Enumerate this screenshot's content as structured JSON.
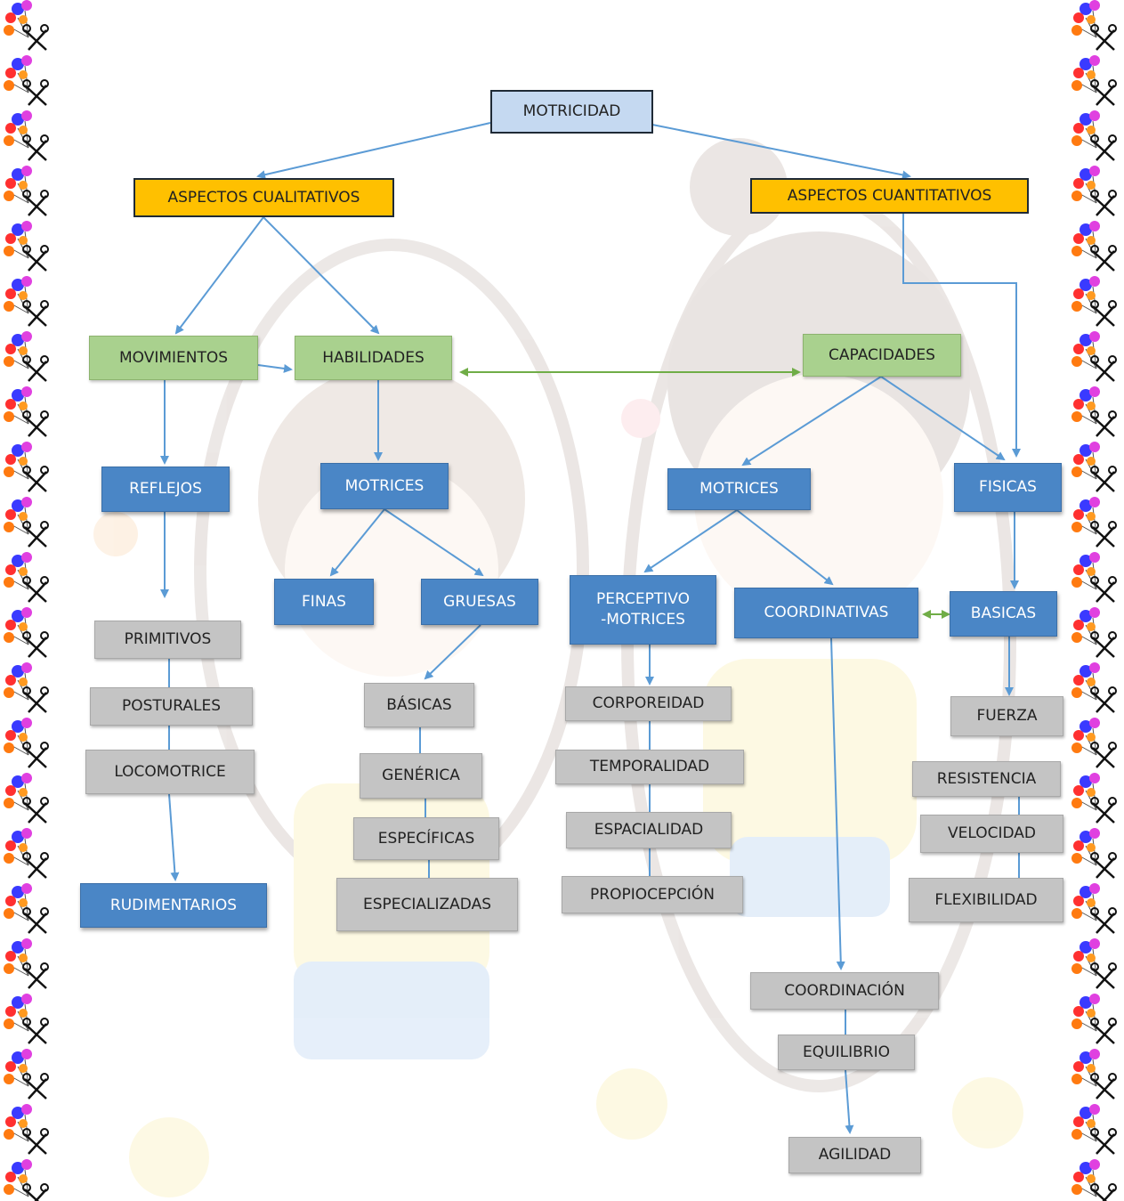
{
  "title": "MOTRICIDAD",
  "qualitative": {
    "label": "ASPECTOS CUALITATIVOS",
    "movimientos": {
      "label": "MOVIMIENTOS",
      "reflejos": "REFLEJOS",
      "items": [
        "PRIMITIVOS",
        "POSTURALES",
        "LOCOMOTRICE"
      ],
      "rudimentarios": "RUDIMENTARIOS"
    },
    "habilidades": {
      "label": "HABILIDADES",
      "motrices": "MOTRICES",
      "finas": "FINAS",
      "gruesas": "GRUESAS",
      "items": [
        "BÁSICAS",
        "GENÉRICA",
        "ESPECÍFICAS",
        "ESPECIALIZADAS"
      ]
    }
  },
  "quantitative": {
    "label": "ASPECTOS CUANTITATIVOS",
    "capacidades": {
      "label": "CAPACIDADES",
      "motrices": "MOTRICES",
      "perceptivo": [
        "PERCEPTIVO",
        "-MOTRICES"
      ],
      "perceptivo_items": [
        "CORPOREIDAD",
        "TEMPORALIDAD",
        "ESPACIALIDAD",
        "PROPIOCEPCIÓN"
      ],
      "coordinativas": "COORDINATIVAS",
      "coordinativas_items": [
        "COORDINACIÓN",
        "EQUILIBRIO",
        "AGILIDAD"
      ]
    },
    "fisicas": {
      "label": "FISICAS",
      "basicas": "BASICAS",
      "items": [
        "FUERZA",
        "RESISTENCIA",
        "VELOCIDAD",
        "FLEXIBILIDAD"
      ]
    }
  },
  "colors": {
    "root": "#c5d9f1",
    "aspect": "#ffc000",
    "category": "#a9d18e",
    "subcategory": "#4a86c6",
    "leaf": "#c4c4c4",
    "arrow_blue": "#5b9bd5",
    "arrow_green": "#70ad47"
  },
  "decorations": {
    "border_icon": "balloons-and-scissors-icon",
    "background_image": "children-jump-rope-illustration"
  }
}
